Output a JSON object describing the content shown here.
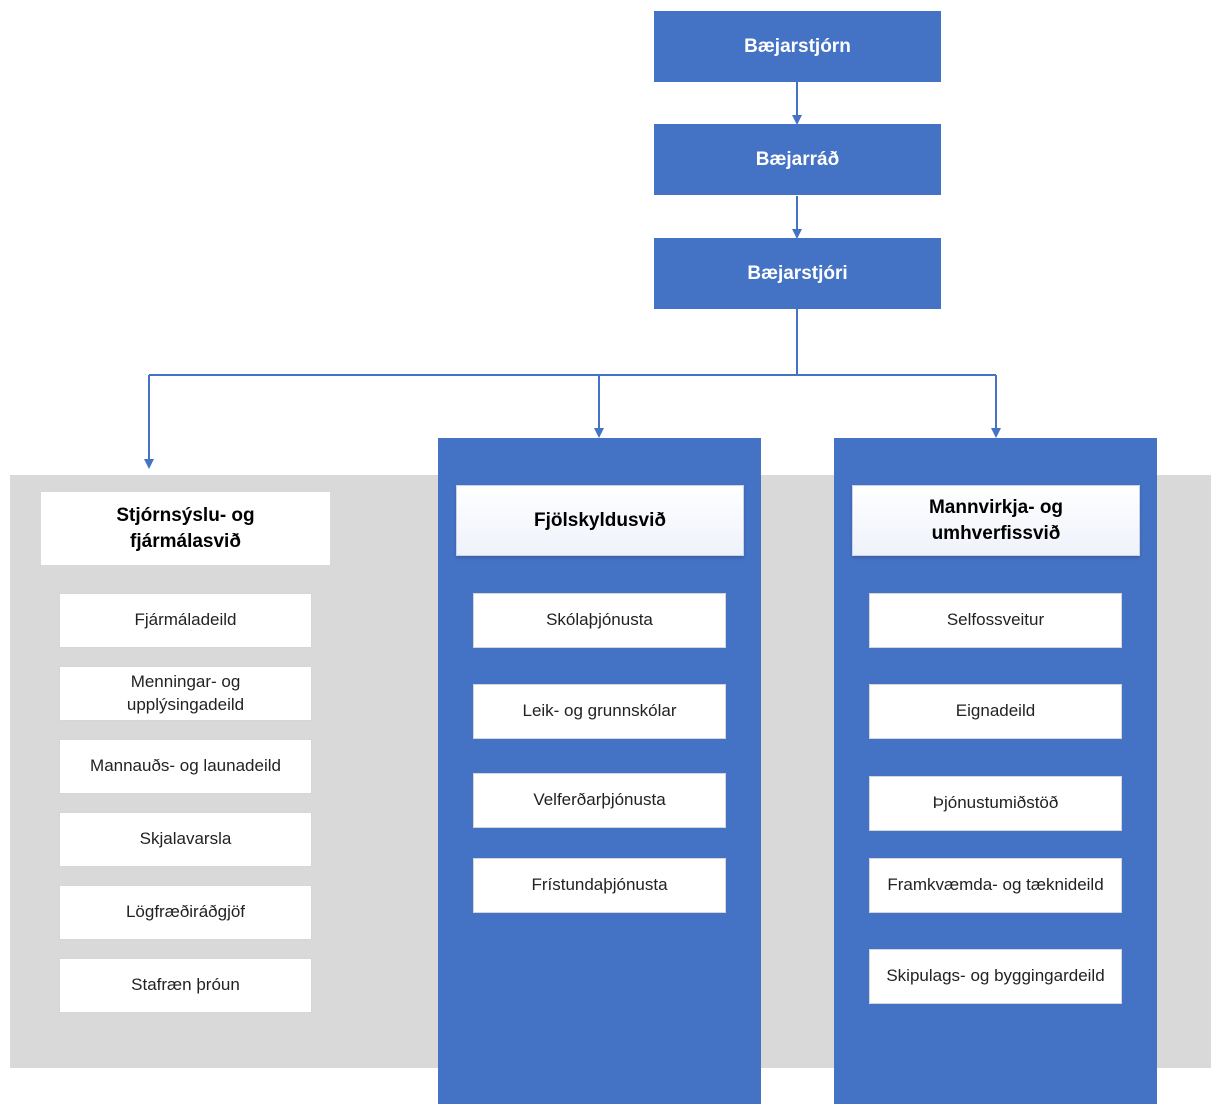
{
  "top": {
    "council": "Bæjarstjórn",
    "board": "Bæjarráð",
    "mayor": "Bæjarstjóri"
  },
  "divisions": [
    {
      "title": "Stjórnsýslu- og fjármálasvið",
      "items": [
        "Fjármáladeild",
        "Menningar- og upplýsingadeild",
        "Mannauðs- og launadeild",
        "Skjalavarsla",
        "Lögfræðiráðgjöf",
        "Stafræn þróun"
      ]
    },
    {
      "title": "Fjölskyldusvið",
      "items": [
        "Skólaþjónusta",
        "Leik- og grunnskólar",
        "Velferðarþjónusta",
        "Frístundaþjónusta"
      ]
    },
    {
      "title": "Mannvirkja- og umhverfissvið",
      "items": [
        "Selfossveitur",
        "Eignadeild",
        "Þjónustumiðstöð",
        "Framkvæmda- og tæknideild",
        "Skipulags- og byggingardeild"
      ]
    }
  ],
  "colors": {
    "primary": "#4472c4",
    "panel": "#d9d9d9"
  }
}
